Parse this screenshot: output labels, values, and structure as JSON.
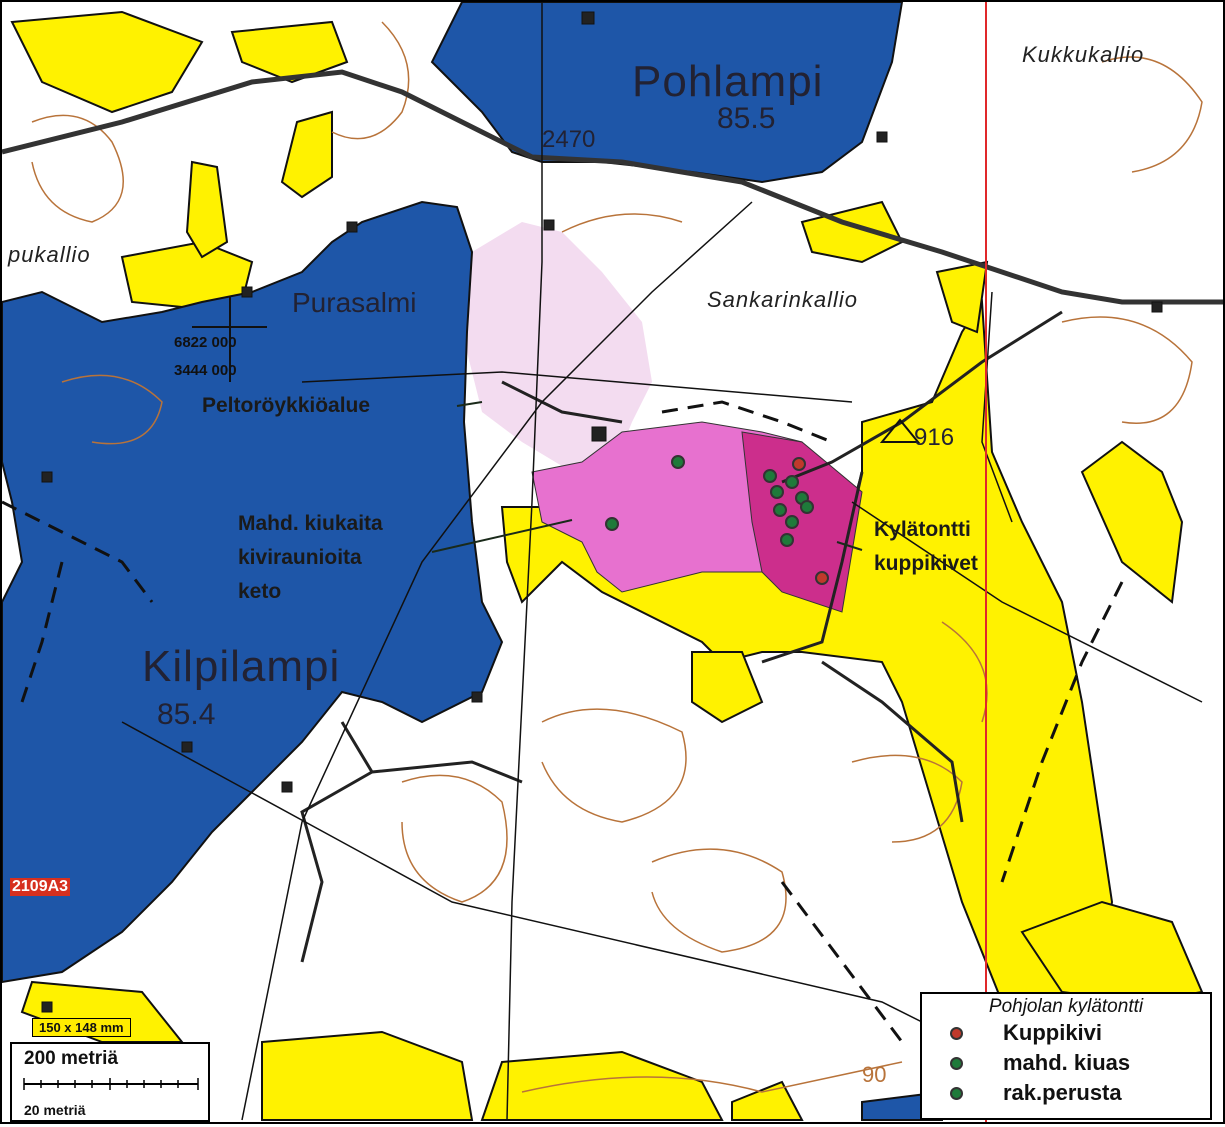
{
  "colors": {
    "water": "#1e56a8",
    "field": "#fff200",
    "peltoroykkio": "#f3dcf0",
    "settlement_light": "#e771cf",
    "settlement_dark": "#cc2e8c",
    "contour": "#b8733a",
    "road": "#333333",
    "grid_red": "#e0282a",
    "dot_kuppikivi": "#c0392b",
    "dot_kiuas": "#1f7a3a"
  },
  "lakes": {
    "pohlampi_name": "Pohlampi",
    "pohlampi_elev": "85.5",
    "kilpilampi_name": "Kilpilampi",
    "kilpilampi_elev": "85.4"
  },
  "places": {
    "kukkukallio": "Kukkukallio",
    "pukallio": "pukallio",
    "sankarinkallio": "Sankarinkallio",
    "purasalmi": "Purasalmi"
  },
  "labels": {
    "road_number": "2470",
    "benchmark": "916",
    "coord_north": "6822 000",
    "coord_east": "3444 000",
    "contour_90": "90",
    "sheet_code": "2109A3",
    "sheet_size": "150 x 148 mm"
  },
  "annotations": {
    "peltoroykkioalue": "Peltoröykkiöalue",
    "mahd_line1": "Mahd. kiukaita",
    "mahd_line2": "kiviraunioita",
    "mahd_line3": "keto",
    "kylatontti_line1": "Kylätontti",
    "kylatontti_line2": "kuppikivet"
  },
  "legend": {
    "title": "Pohjolan kylätontti",
    "items": [
      {
        "label": "Kuppikivi",
        "color": "#c0392b"
      },
      {
        "label": "mahd. kiuas",
        "color": "#1f7a3a"
      },
      {
        "label": "rak.perusta",
        "color": "#1f7a3a"
      }
    ]
  },
  "scale": {
    "top": "200 metriä",
    "bottom": "20 metriä"
  }
}
